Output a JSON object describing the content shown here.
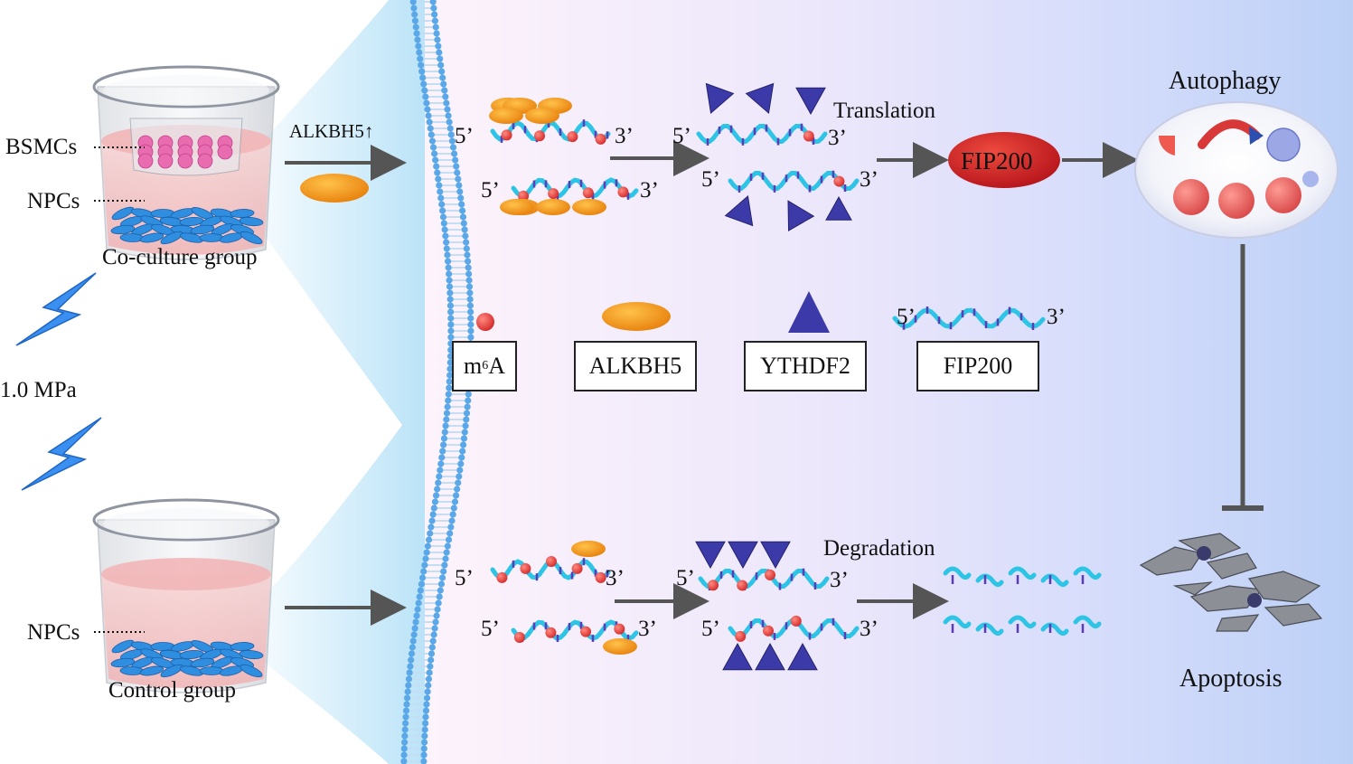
{
  "left": {
    "bsmcs_label": "BSMCs",
    "npcs_label_top": "NPCs",
    "coculture_label": "Co-culture group",
    "pressure_label": "1.0 MPa",
    "npcs_label_bottom": "NPCs",
    "control_label": "Control group"
  },
  "top_pathway": {
    "alkbh5_up": "ALKBH5↑",
    "rna_end_5": "5’",
    "rna_end_3": "3’",
    "translation": "Translation",
    "fip200": "FIP200",
    "autophagy": "Autophagy"
  },
  "bottom_pathway": {
    "degradation": "Degradation",
    "apoptosis": "Apoptosis"
  },
  "legend": {
    "m6a_prefix": "m",
    "m6a_sup": "6",
    "m6a_suffix": "A",
    "alkbh5": "ALKBH5",
    "ythdf2": "YTHDF2",
    "fip200": "FIP200"
  },
  "colors": {
    "rna_strand": "#2ec4e6",
    "m6a_dot": "#d42a2a",
    "alkbh5_protein": "#f39a1c",
    "ythdf2_protein": "#3b3aa8",
    "fip200_protein": "#c81f1f",
    "arrow": "#555555",
    "membrane": "#5aa8e8"
  }
}
